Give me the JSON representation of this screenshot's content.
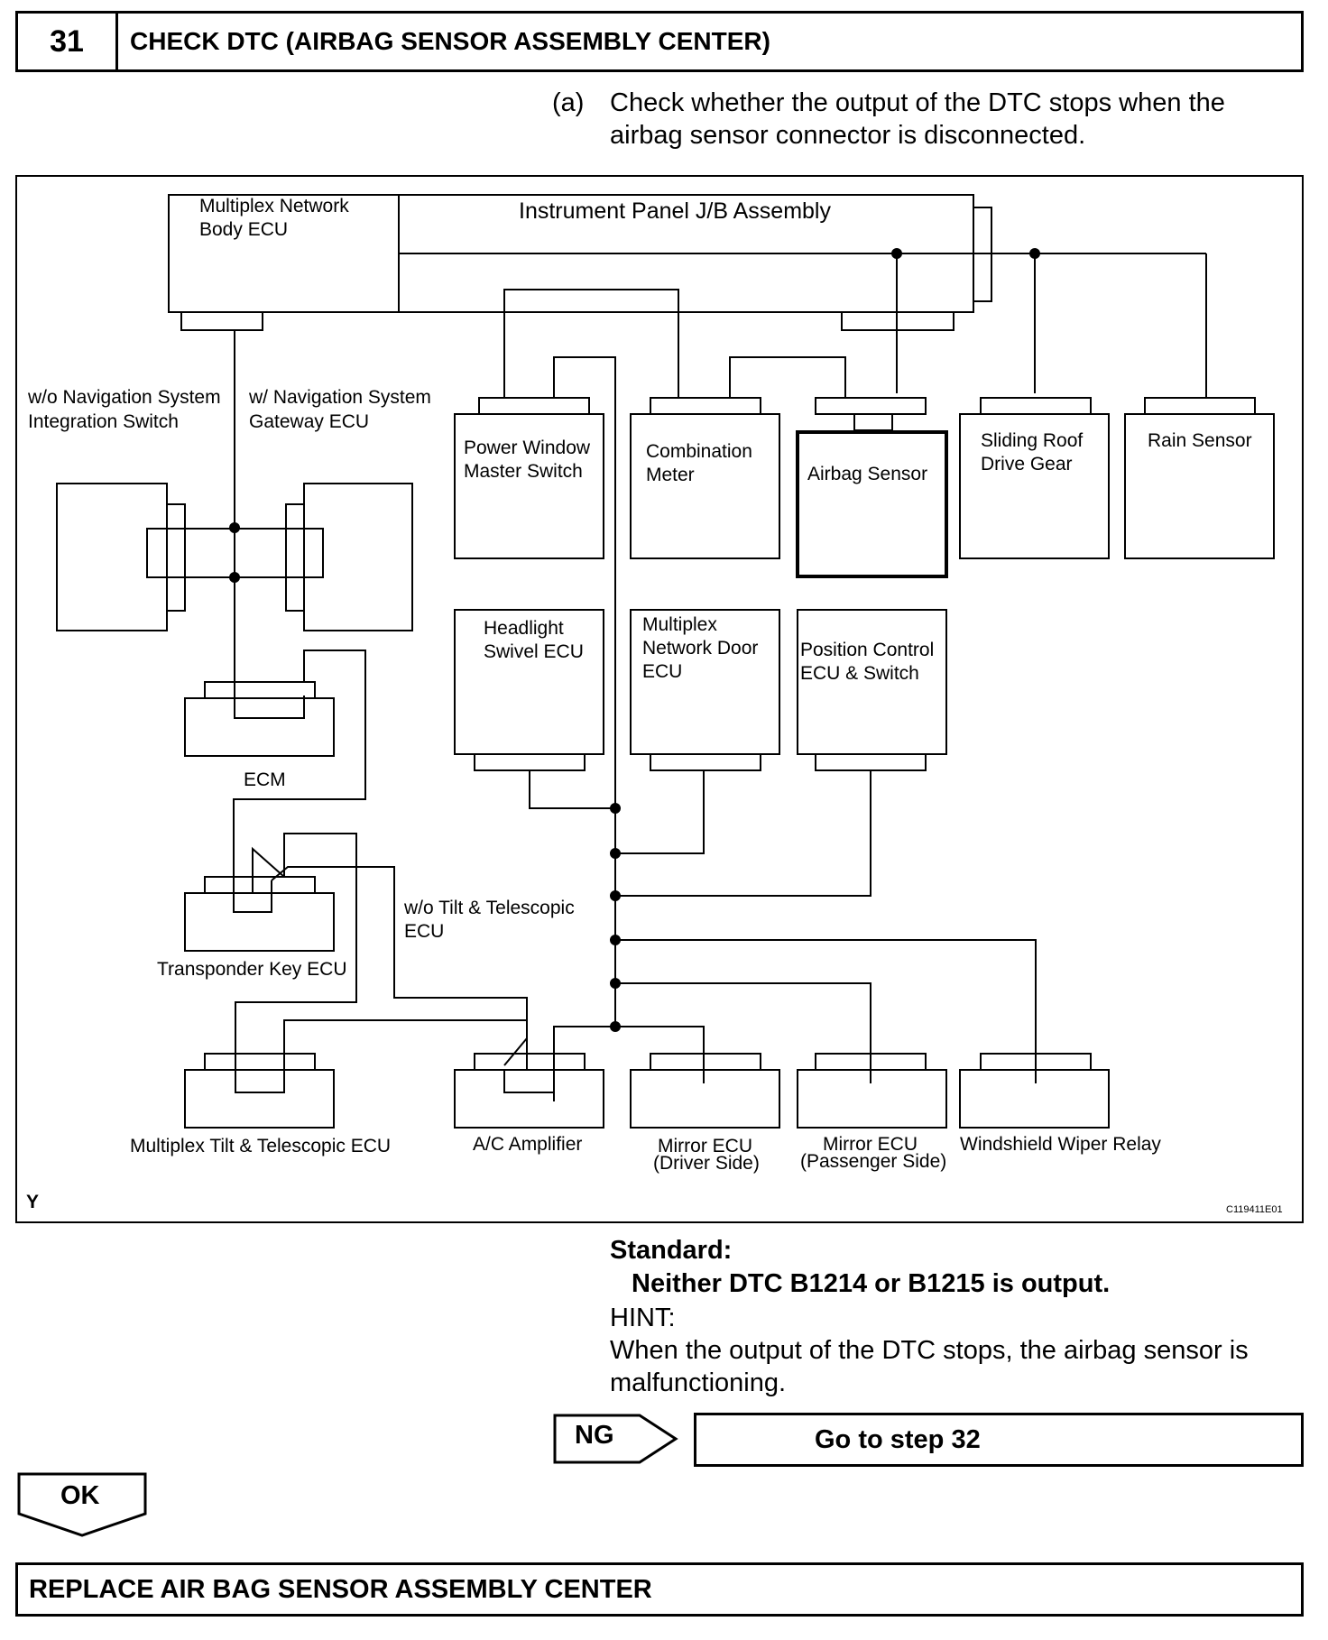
{
  "header": {
    "step_number": "31",
    "title": "CHECK DTC (AIRBAG SENSOR ASSEMBLY CENTER)"
  },
  "instruction": {
    "marker": "(a)",
    "line1": "Check whether the output of the DTC stops when the",
    "line2": "airbag sensor connector is disconnected."
  },
  "diagram": {
    "labels": {
      "body_ecu_1": "Multiplex Network",
      "body_ecu_2": "Body ECU",
      "jb": "Instrument Panel J/B Assembly",
      "wo_nav_1": "w/o Navigation System",
      "wo_nav_2": "Integration Switch",
      "w_nav_1": "w/ Navigation System",
      "w_nav_2": "Gateway ECU",
      "pw_1": "Power Window",
      "pw_2": "Master Switch",
      "combo_1": "Combination",
      "combo_2": "Meter",
      "airbag": "Airbag Sensor",
      "sliding_1": "Sliding Roof",
      "sliding_2": "Drive Gear",
      "rain": "Rain Sensor",
      "headlight_1": "Headlight",
      "headlight_2": "Swivel ECU",
      "door_1": "Multiplex",
      "door_2": "Network Door",
      "door_3": "ECU",
      "position_1": "Position Control",
      "position_2": "ECU & Switch",
      "ecm": "ECM",
      "transponder": "Transponder Key ECU",
      "wo_tilt_1": "w/o Tilt & Telescopic",
      "wo_tilt_2": "ECU",
      "tilt": "Multiplex Tilt & Telescopic ECU",
      "ac": "A/C Amplifier",
      "mirror_d_1": "Mirror ECU",
      "mirror_d_2": "(Driver Side)",
      "mirror_p_1": "Mirror ECU",
      "mirror_p_2": "(Passenger Side)",
      "wiper": "Windshield Wiper Relay",
      "corner": "Y",
      "code": "C119411E01"
    }
  },
  "standard": {
    "title": "Standard:",
    "value": "Neither DTC B1214 or B1215 is output.",
    "hint_label": "HINT:",
    "hint_line1": "When the output of the DTC stops, the airbag sensor is",
    "hint_line2": "malfunctioning."
  },
  "ng": {
    "label": "NG",
    "target": "Go to step 32"
  },
  "ok": {
    "label": "OK"
  },
  "final": {
    "action": "REPLACE AIR BAG SENSOR ASSEMBLY CENTER"
  }
}
